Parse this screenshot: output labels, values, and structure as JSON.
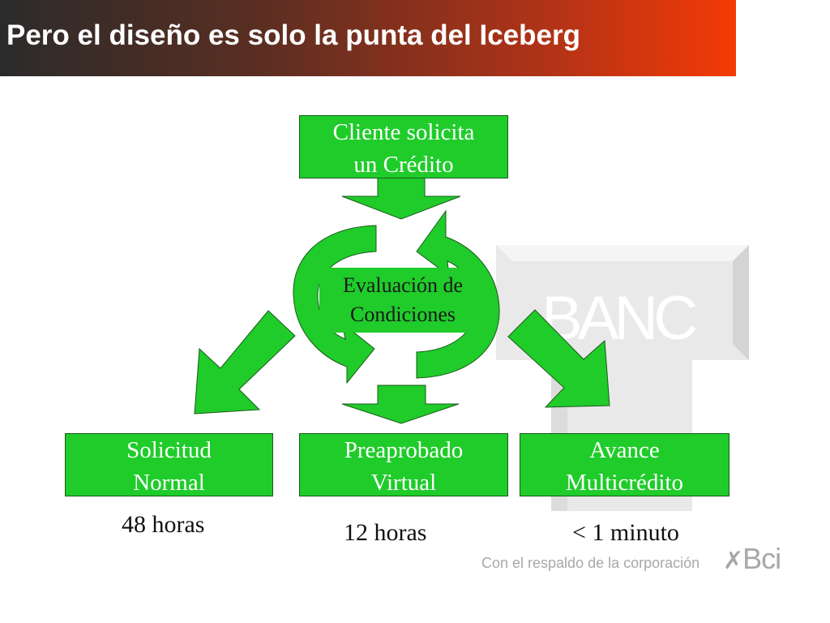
{
  "title": "Pero el diseño es solo la punta del Iceberg",
  "top_box": {
    "line1": "Cliente solicita",
    "line2": "un Crédito"
  },
  "center_box": {
    "line1": "Evaluación de",
    "line2": "Condiciones"
  },
  "outputs": [
    {
      "line1": "Solicitud",
      "line2": "Normal",
      "time": "48 horas"
    },
    {
      "line1": "Preaprobado",
      "line2": "Virtual",
      "time": "12 horas"
    },
    {
      "line1": "Avance",
      "line2": "Multicrédito",
      "time": "< 1 minuto"
    }
  ],
  "watermark": {
    "text": "BANC"
  },
  "footer": {
    "text": "Con el respaldo de la corporación",
    "logo": "Bci"
  },
  "colors": {
    "green": "#1fcc2a",
    "title_start": "#2b2b2b",
    "title_end": "#f43a05"
  }
}
